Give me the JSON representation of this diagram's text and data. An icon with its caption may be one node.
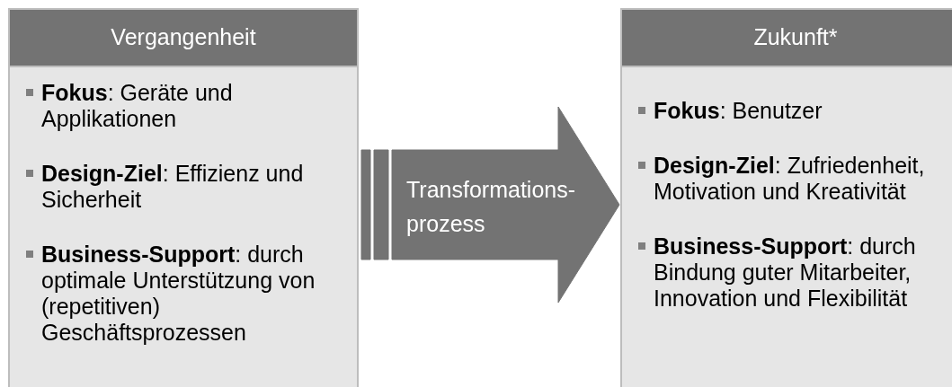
{
  "diagram": {
    "nodes": [
      {
        "text": [
          "Vergangenheit",
          "**Fokus**: Geräte und Applikationen",
          "**Design-Ziel**: Effizienz und Sicherheit",
          "**Business-Support**: durch optimale Unterstützung von (repetitiven) Geschäftsprozessen"
        ]
      },
      {
        "text": [
          "Zukunft*",
          "**Fokus**: Benutzer",
          "**Design-Ziel**: Zufriedenheit, Motivation und Kreativität",
          "**Business-Support**: durch Bindung guter Mitarbeiter, Innovation und Flexibilität"
        ]
      }
    ],
    "edges": [
      {
        "from": 0,
        "to": 1,
        "arrow": "to",
        "style": "thick",
        "label": "Transformations- prozess"
      }
    ]
  }
}
